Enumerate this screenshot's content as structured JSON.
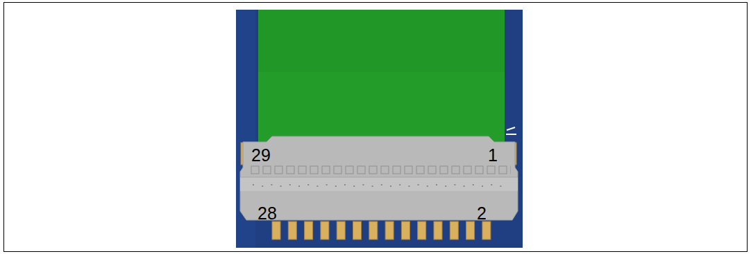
{
  "diagram": {
    "labels": [
      "29",
      "1",
      "28",
      "2"
    ]
  }
}
